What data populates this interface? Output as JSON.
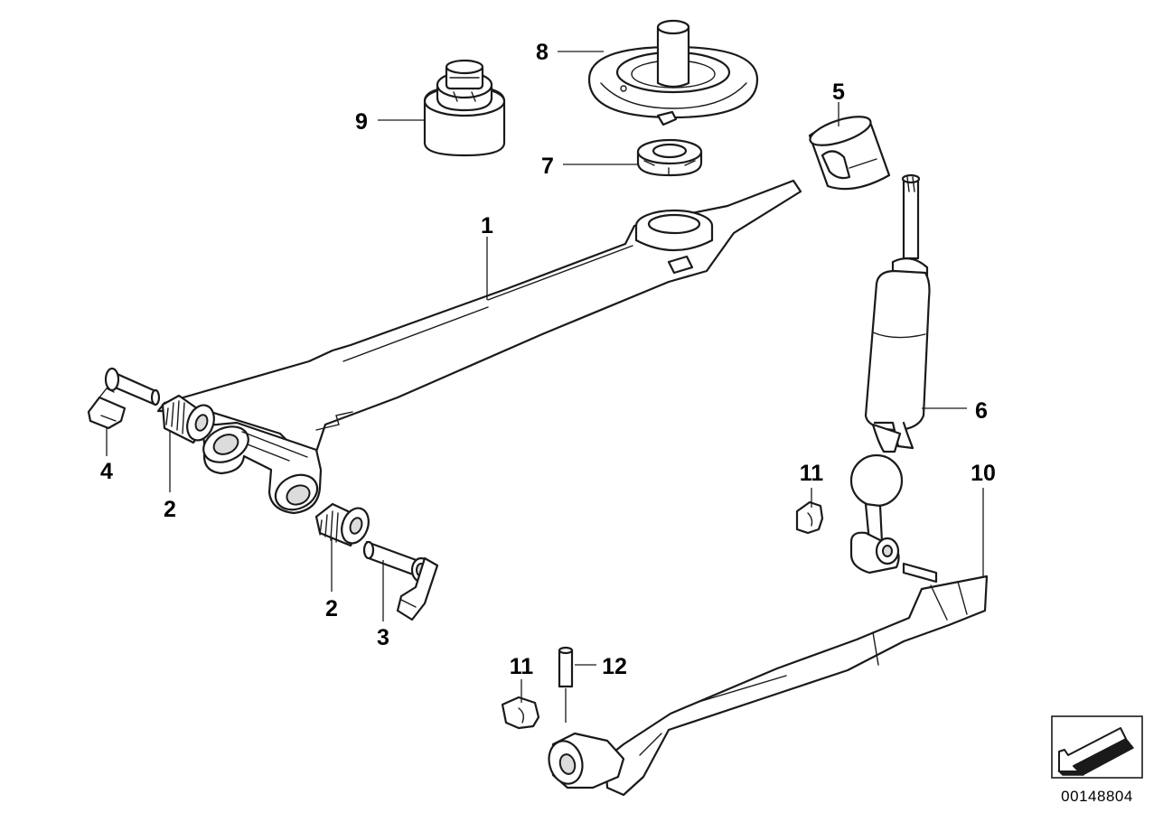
{
  "diagram": {
    "callouts": [
      {
        "id": "c1",
        "text": "1"
      },
      {
        "id": "c2a",
        "text": "2"
      },
      {
        "id": "c2b",
        "text": "2"
      },
      {
        "id": "c3",
        "text": "3"
      },
      {
        "id": "c4",
        "text": "4"
      },
      {
        "id": "c5",
        "text": "5"
      },
      {
        "id": "c6",
        "text": "6"
      },
      {
        "id": "c7",
        "text": "7"
      },
      {
        "id": "c8",
        "text": "8"
      },
      {
        "id": "c9",
        "text": "9"
      },
      {
        "id": "c10",
        "text": "10"
      },
      {
        "id": "c11a",
        "text": "11"
      },
      {
        "id": "c11b",
        "text": "11"
      },
      {
        "id": "c12",
        "text": "12"
      }
    ],
    "reference_code": "00148804",
    "direction_icon": "arrow-down-left-icon"
  }
}
